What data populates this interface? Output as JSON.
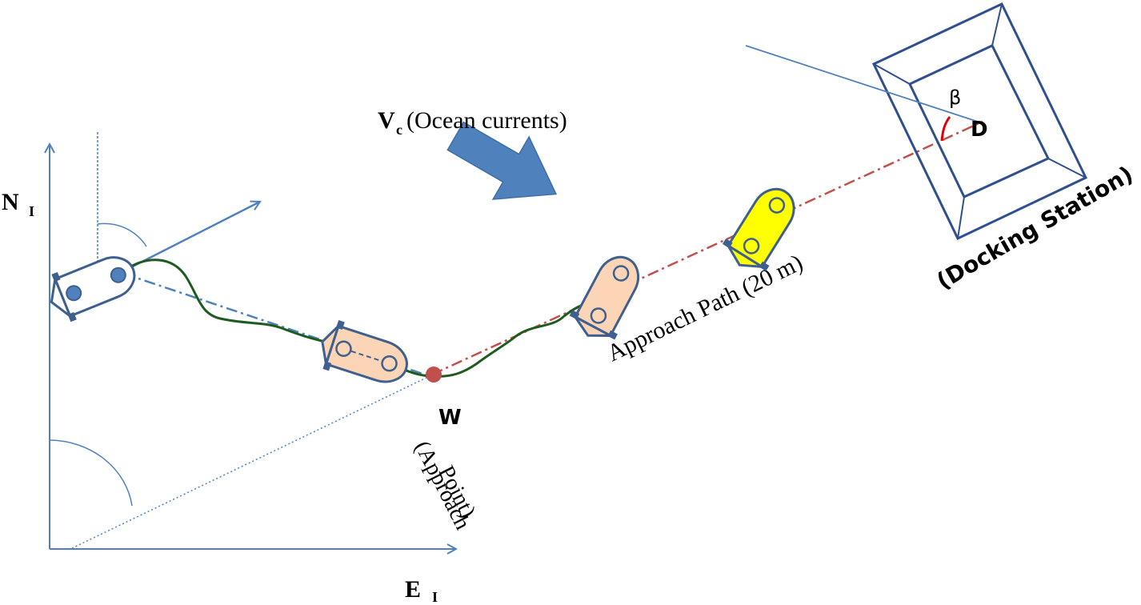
{
  "axes": {
    "north_label": "N",
    "north_sub": "I",
    "east_label": "E",
    "east_sub": "I"
  },
  "current": {
    "symbol": "V",
    "symbol_sub": "c",
    "label": "(Ocean currents)"
  },
  "approach_point": {
    "id": "W",
    "label_line1": "(Approach",
    "label_line2": "Point)"
  },
  "approach_path": {
    "label": "Approach Path (20 m)"
  },
  "docking": {
    "id": "D",
    "angle_symbol": "β",
    "label": "(Docking Station)"
  },
  "colors": {
    "axis": "#4f81bd",
    "current_arrow": "#4f81bd",
    "trajectory": "#1e5b1e",
    "approach_line": "#c0504d",
    "waypoint": "#c0504d",
    "auv_blue_fill": "#ffffff",
    "auv_peach_fill": "#fbd5b5",
    "auv_yellow_fill": "#ffff00",
    "auv_outline": "#3f5f8f",
    "docking_frame": "#2f4f8f",
    "beta_arc": "#e00000"
  },
  "icons": [
    "auv-icon",
    "current-arrow-icon",
    "docking-station-icon",
    "waypoint-icon"
  ]
}
